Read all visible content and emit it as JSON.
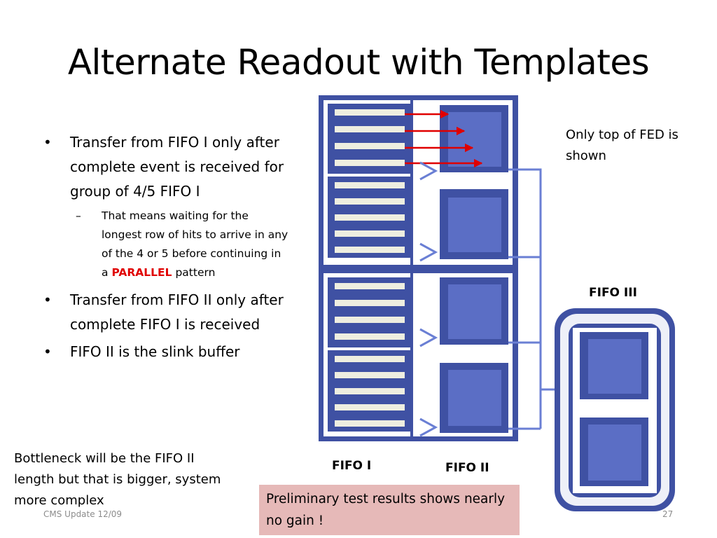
{
  "title": "Alternate Readout with Templates",
  "bullets": {
    "b1": "Transfer from FIFO I only after complete event is received for group of 4/5 FIFO I",
    "sub_pre": "That means waiting for the longest row of hits to arrive in any of the 4 or 5 before continuing in a ",
    "sub_emph": "PARALLEL",
    "sub_post": " pattern",
    "b2": "Transfer from FIFO II only after complete FIFO I is received",
    "b3": "FIFO II is the slink buffer"
  },
  "notes": {
    "top_of_fed": "Only top of FED is shown",
    "bottleneck": "Bottleneck will be the FIFO II length but that is bigger, system more complex",
    "prelim": "Preliminary test results shows nearly no gain !"
  },
  "labels": {
    "fifo1": "FIFO I",
    "fifo2": "FIFO II",
    "fifo3": "FIFO III"
  },
  "footer": {
    "left": "CMS Update 12/09",
    "page": "27"
  },
  "colors": {
    "dark_blue": "#3f51a3",
    "mid_blue": "#5b6ec5",
    "strip": "#eeeee0",
    "arrow_red": "#e00000",
    "box_pink": "#e6b9b8"
  }
}
